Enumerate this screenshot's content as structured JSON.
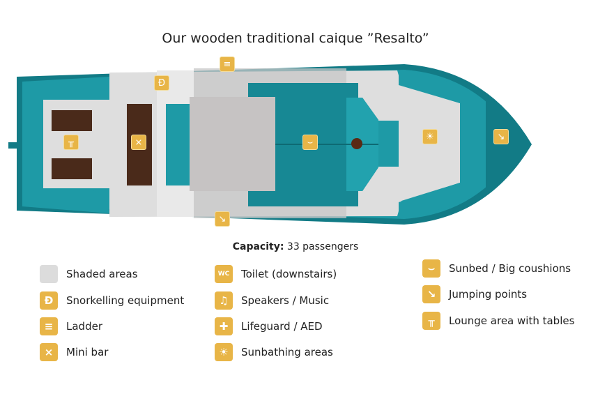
{
  "title": "Our wooden traditional caique ”Resalto”",
  "capacity": {
    "label": "Capacity:",
    "value": "33 passengers"
  },
  "colors": {
    "hull": "#127B86",
    "teal": "#1E9AA6",
    "deck": "#d9d9d9",
    "shade": "#bdbdbd",
    "wood": "#4a2a1a",
    "icon": "#E8B547"
  },
  "legend": {
    "col1": [
      {
        "icon": "shaded-swatch",
        "label": "Shaded areas",
        "glyph": ""
      },
      {
        "icon": "snorkel-icon",
        "label": "Snorkelling equipment",
        "glyph": "Ɖ"
      },
      {
        "icon": "ladder-icon",
        "label": "Ladder",
        "glyph": "≡"
      },
      {
        "icon": "mini-bar-icon",
        "label": "Mini bar",
        "glyph": "⨯"
      }
    ],
    "col2": [
      {
        "icon": "wc-icon",
        "label": "Toilet (downstairs)",
        "glyph": "WC"
      },
      {
        "icon": "music-icon",
        "label": "Speakers / Music",
        "glyph": "♫"
      },
      {
        "icon": "lifeguard-icon",
        "label": "Lifeguard / AED",
        "glyph": "✚"
      },
      {
        "icon": "sun-icon",
        "label": "Sunbathing areas",
        "glyph": "☀"
      }
    ],
    "col3": [
      {
        "icon": "sunbed-icon",
        "label": "Sunbed / Big coushions",
        "glyph": "⌣"
      },
      {
        "icon": "jumping-icon",
        "label": "Jumping points",
        "glyph": "↘"
      },
      {
        "icon": "lounge-table-icon",
        "label": "Lounge area with tables",
        "glyph": "╥"
      }
    ]
  }
}
